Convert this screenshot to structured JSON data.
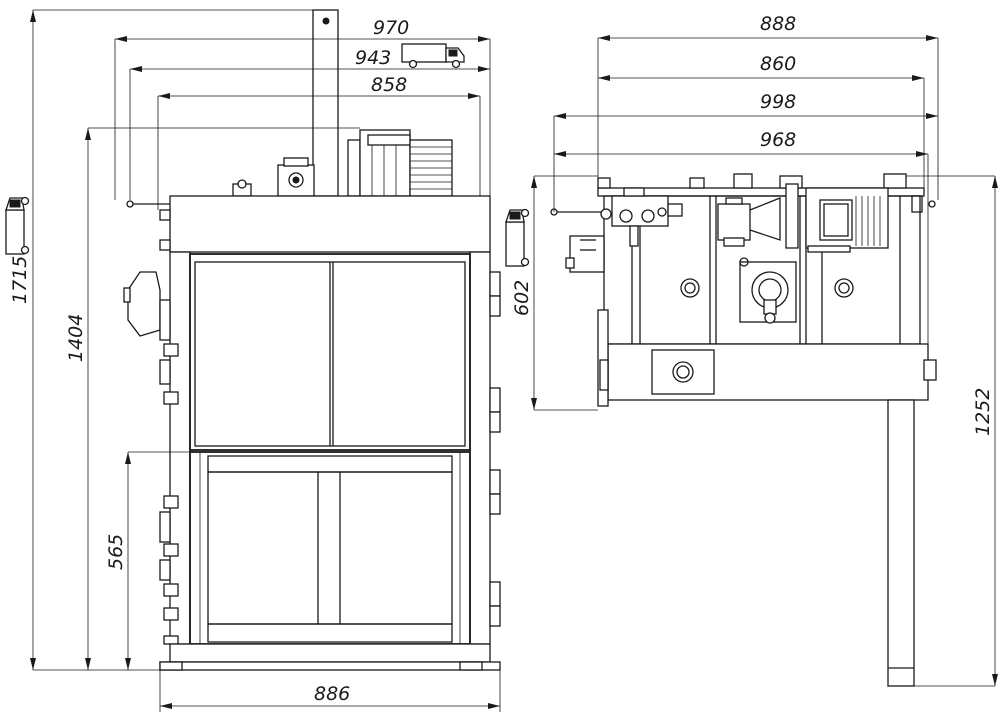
{
  "drawing": {
    "front_view": {
      "dim_top_1": "970",
      "dim_top_2": "943",
      "dim_top_3": "858",
      "dim_bottom": "886",
      "dim_height_total": "1715",
      "dim_height_inner": "1404",
      "dim_height_lower": "565"
    },
    "side_view": {
      "dim_top_1": "888",
      "dim_top_2": "860",
      "dim_top_3": "998",
      "dim_top_4": "968",
      "dim_height_left": "602",
      "dim_height_right": "1252"
    },
    "icons": {
      "transport": "truck-icon",
      "upright_transport": "truck-upright-icon"
    }
  }
}
